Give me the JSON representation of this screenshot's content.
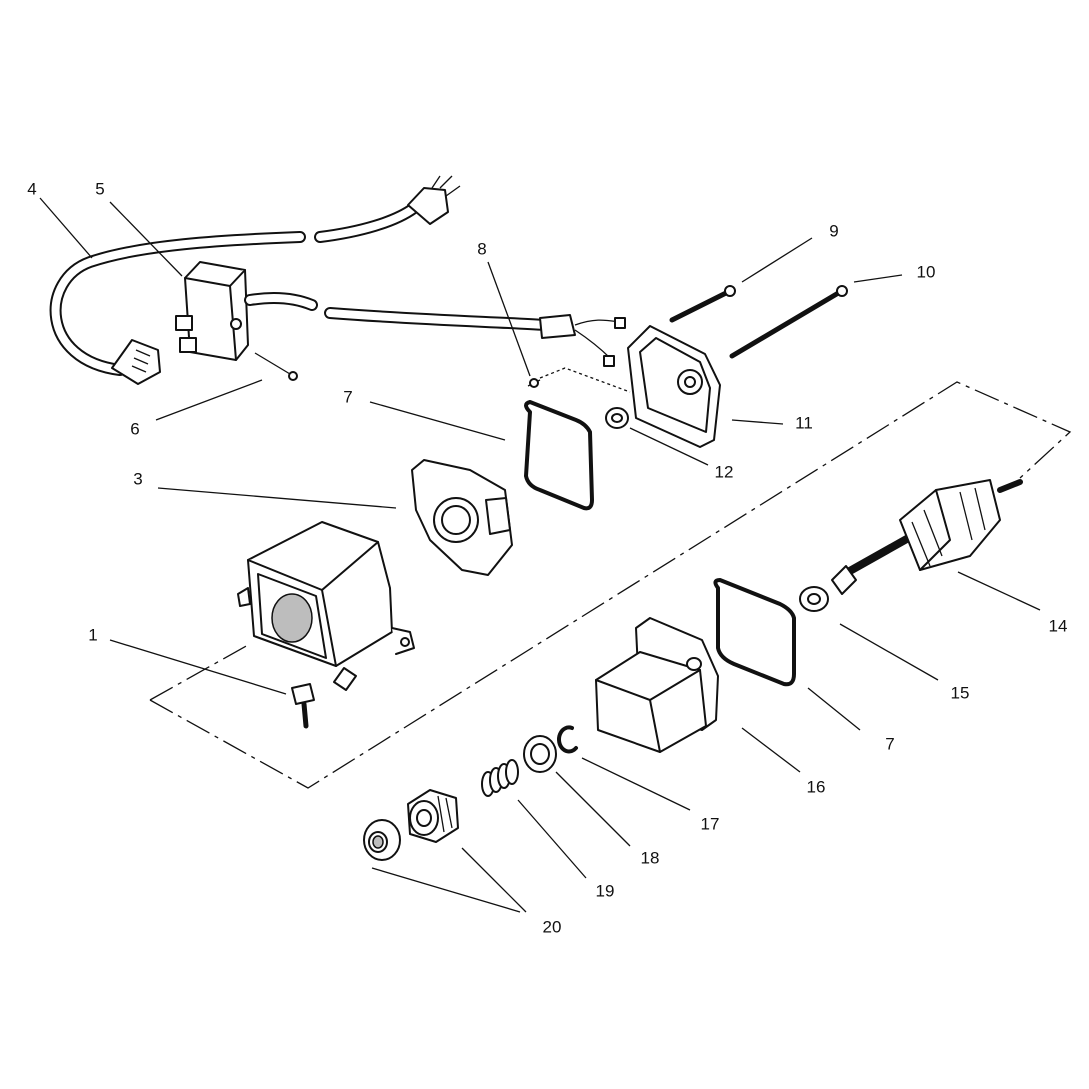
{
  "callouts": {
    "c1": "1",
    "c3": "3",
    "c4": "4",
    "c5": "5",
    "c6": "6",
    "c7a": "7",
    "c7b": "7",
    "c8": "8",
    "c9": "9",
    "c10": "10",
    "c11": "11",
    "c12": "12",
    "c14": "14",
    "c15": "15",
    "c16": "16",
    "c17": "17",
    "c18": "18",
    "c19": "19",
    "c20": "20"
  },
  "colors": {
    "line": "#111111",
    "background": "#ffffff"
  }
}
